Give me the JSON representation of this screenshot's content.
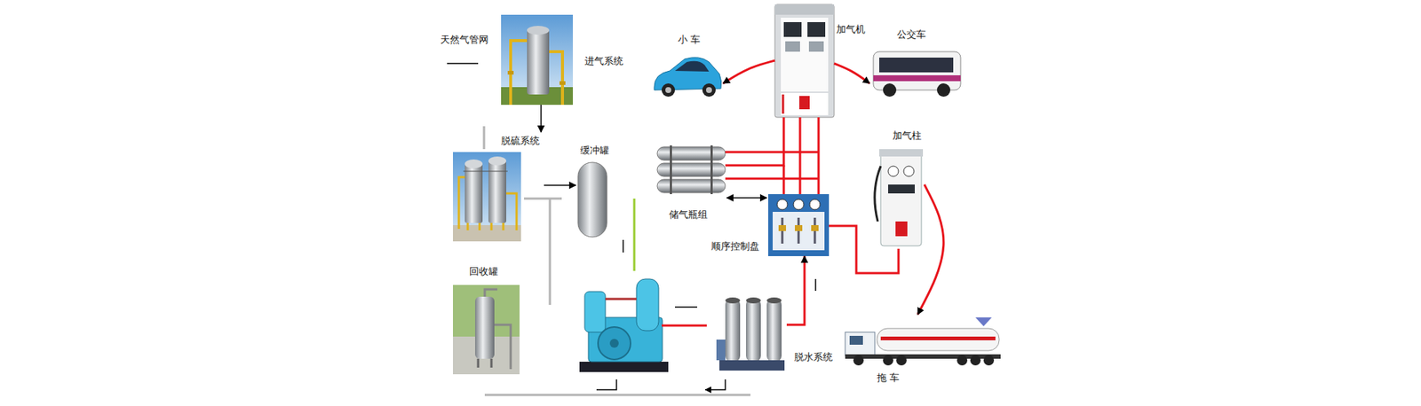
{
  "diagram": {
    "nodes": [
      {
        "text": [
          "进气系统"
        ]
      },
      {
        "text": [
          "小 车"
        ]
      },
      {
        "text": [
          "加气机"
        ]
      },
      {
        "text": [
          "公交车"
        ]
      },
      {
        "text": [
          "脱硫系统"
        ]
      },
      {
        "text": [
          "缓冲罐"
        ]
      },
      {
        "text": [
          "储气瓶组"
        ]
      },
      {
        "text": [
          "加气柱"
        ]
      },
      {
        "text": [
          "顺序控制盘"
        ]
      },
      {
        "text": [
          "回收罐"
        ]
      },
      {
        "text": [
          "脱水系统"
        ]
      },
      {
        "text": [
          "拖 车"
        ]
      }
    ],
    "edges": [
      {
        "from": 0,
        "to": 4,
        "arrow": "to"
      },
      {
        "from": 4,
        "to": 5,
        "arrow": "to"
      },
      {
        "from": 10,
        "to": 8,
        "arrow": "to"
      },
      {
        "from": 6,
        "to": 8,
        "arrow": "both"
      },
      {
        "from": 6,
        "to": 2,
        "arrow": "none"
      },
      {
        "from": 8,
        "to": 2,
        "arrow": "none"
      },
      {
        "from": 2,
        "to": 1,
        "arrow": "to"
      },
      {
        "from": 2,
        "to": 3,
        "arrow": "to"
      },
      {
        "from": 8,
        "to": 7,
        "arrow": "none"
      },
      {
        "from": 7,
        "to": 11,
        "arrow": "to"
      }
    ],
    "labels": [
      "天然气管网"
    ]
  }
}
